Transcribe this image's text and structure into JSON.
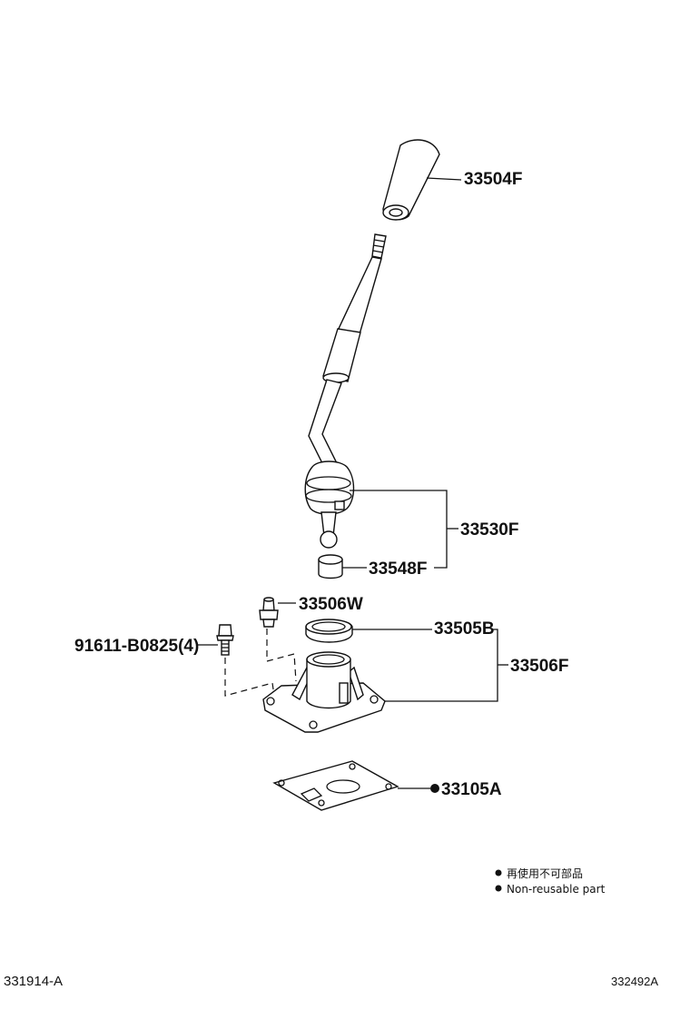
{
  "parts": {
    "shift_knob": "33504F",
    "shift_lever": "33530F",
    "lever_bushing": "33548F",
    "breather_plug": "33506W",
    "bolt": "91611-B0825(4)",
    "dust_boot_seal": "33505B",
    "lever_retainer": "33506F",
    "gasket": "33105A"
  },
  "legend": {
    "japanese": "再使用不可部品",
    "english": "Non-reusable part"
  },
  "footer": {
    "left_code": "331914-A",
    "right_code": "332492A"
  }
}
